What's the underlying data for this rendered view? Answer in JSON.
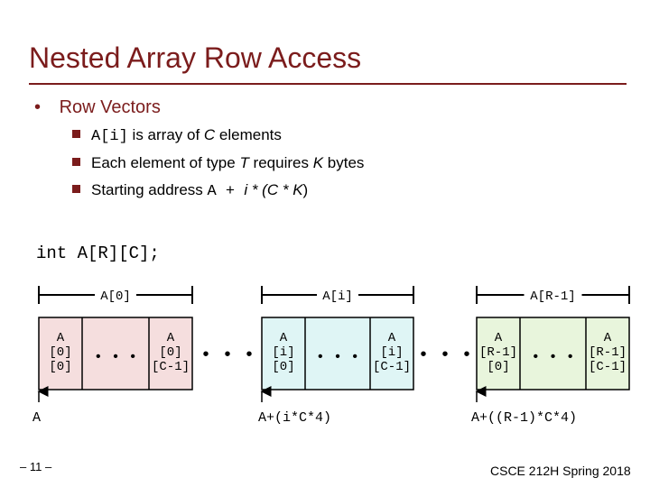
{
  "title": "Nested Array Row Access",
  "bullet": {
    "symbol": "•",
    "text": "Row Vectors"
  },
  "sub_items": [
    {
      "code": "A[i]",
      "text": " is array of ",
      "italic": "C",
      "tail": " elements"
    },
    {
      "text1": "Each element of type ",
      "italic1": "T",
      "text2": " requires ",
      "italic2": "K",
      "text3": " bytes"
    },
    {
      "text1": "Starting address ",
      "code": "A + ",
      "italic1": "i",
      "text2": " * (",
      "italic2": "C",
      "text3": " * ",
      "italic3": "K",
      "text4": ")"
    }
  ],
  "declaration": "int A[R][C];",
  "rows": [
    {
      "bracket_label": "A[0]",
      "first_cell": [
        "A",
        "[0]",
        "[0]"
      ],
      "last_cell": [
        "A",
        "[0]",
        "[C-1]"
      ],
      "color": "#f5dede",
      "address": "A"
    },
    {
      "bracket_label": "A[i]",
      "first_cell": [
        "A",
        "[i]",
        "[0]"
      ],
      "last_cell": [
        "A",
        "[i]",
        "[C-1]"
      ],
      "color": "#dff5f5",
      "address": "A+(i*C*4)"
    },
    {
      "bracket_label": "A[R-1]",
      "first_cell": [
        "A",
        "[R-1]",
        "[0]"
      ],
      "last_cell": [
        "A",
        "[R-1]",
        "[C-1]"
      ],
      "color": "#e8f5dc",
      "address": "A+((R-1)*C*4)"
    }
  ],
  "ellipsis": "• • •",
  "footer": {
    "page": "– 11 –",
    "course": "CSCE 212H Spring 2018"
  }
}
